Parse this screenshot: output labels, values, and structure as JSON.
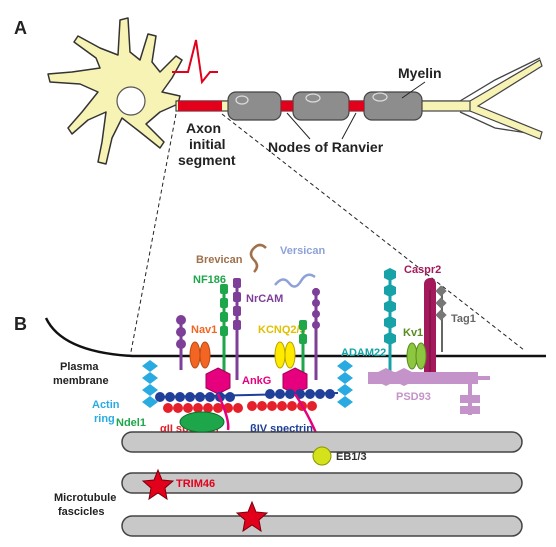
{
  "panels": {
    "a": "A",
    "b": "B"
  },
  "neuron": {
    "myelin": "Myelin",
    "axon_initial_segment": [
      "Axon",
      "initial",
      "segment"
    ],
    "nodes_of_ranvier": "Nodes of Ranvier"
  },
  "membrane": {
    "plasma_membrane": [
      "Plasma",
      "membrane"
    ]
  },
  "proteins": {
    "brevican": "Brevican",
    "versican": "Versican",
    "nf186": "NF186",
    "nrcam": "NrCAM",
    "nav1": "Nav1",
    "kcnq": "KCNQ2/3",
    "caspr2": "Caspr2",
    "tag1": "Tag1",
    "adam22": "ADAM22",
    "kv1": "Kv1",
    "psd93": "PSD93",
    "ankg": "AnkG"
  },
  "cytoskeleton": {
    "actin_ring": [
      "Actin",
      "ring"
    ],
    "aii_spectrin": "αII spectrin",
    "biv_spectrin": "βIV spectrin",
    "ndel1": "Ndel1",
    "eb13": "EB1/3",
    "trim46": "TRIM46",
    "microtubule_fascicles": [
      "Microtubule",
      "fascicles"
    ]
  },
  "colors": {
    "neuron_fill": "#f7f3b4",
    "ais_red": "#e3001b",
    "myelin_gray": "#8d8d8d",
    "nf186_green": "#1ea64a",
    "nrcam_purple": "#7e3f98",
    "nav1_orange": "#f26522",
    "kcnq_yellow": "#ffea00",
    "ankg_pink": "#e6007e",
    "adam22_teal": "#17a2a7",
    "caspr2_maroon": "#a3195b",
    "kv1_green": "#8dc63f",
    "psd93_lilac": "#c493c9",
    "actin_blue": "#29abe2",
    "spectrin_blue": "#1f3f99",
    "spectrin_red": "#e6202b",
    "microtubule_gray": "#c8c8c8"
  }
}
